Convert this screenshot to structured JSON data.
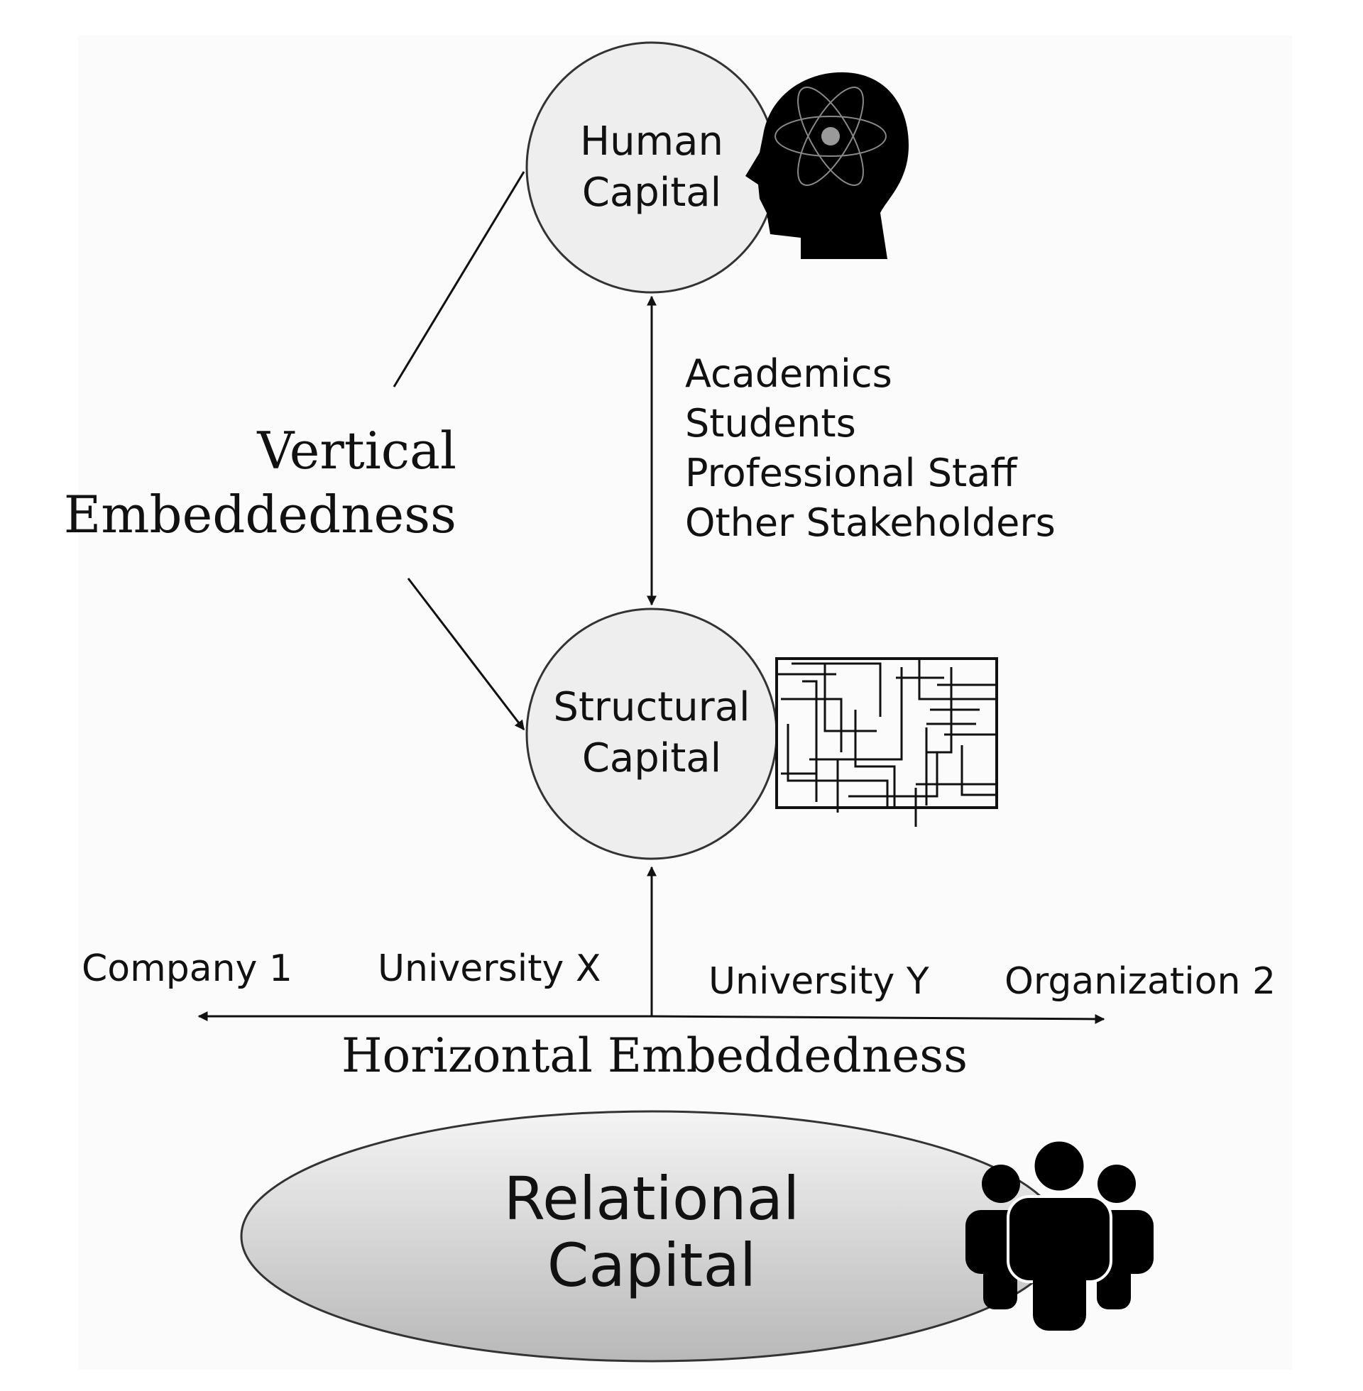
{
  "nodes": {
    "human_capital": {
      "line1": "Human",
      "line2": "Capital"
    },
    "structural_capital": {
      "line1": "Structural",
      "line2": "Capital"
    },
    "relational_capital": {
      "line1": "Relational",
      "line2": "Capital"
    }
  },
  "human_actors": [
    "Academics",
    "Students",
    "Professional Staff",
    "Other Stakeholders"
  ],
  "vertical_label": {
    "line1": "Vertical",
    "line2": "Embeddedness"
  },
  "horizontal": {
    "label": "Horizontal Embeddedness",
    "entities": [
      "Company 1",
      "University X",
      "University Y",
      "Organization 2"
    ]
  },
  "icons": {
    "human": "head-with-atom-icon",
    "structural": "maze-icon",
    "relational": "group-of-people-icon"
  },
  "colors": {
    "node_fill": "#eeeeee",
    "stroke": "#222222",
    "icon": "#000000"
  }
}
